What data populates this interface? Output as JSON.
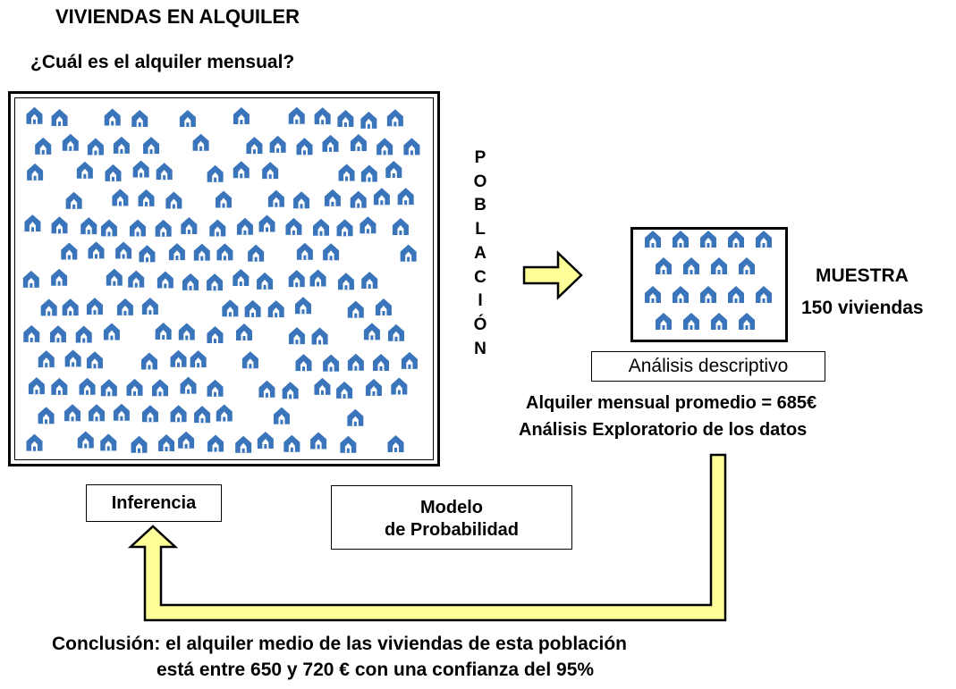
{
  "title": "VIVIENDAS EN ALQUILER",
  "question": "¿Cuál es el alquiler mensual?",
  "population_letters": [
    "P",
    "O",
    "B",
    "L",
    "A",
    "C",
    "I",
    "Ó",
    "N"
  ],
  "sample": {
    "label": "MUESTRA",
    "size_label": "150 viviendas"
  },
  "analysis_box": "Análisis descriptivo",
  "average_text": "Alquiler mensual promedio = 685€",
  "exploratory_text": "Análisis Exploratorio de los datos",
  "inference_box": "Inferencia",
  "model_box": {
    "line1": "Modelo",
    "line2": "de Probabilidad"
  },
  "conclusion": {
    "line1": "Conclusión: el alquiler medio de las viviendas de esta población",
    "line2": "está entre 650 y 720 € con una confianza del 95%"
  },
  "colors": {
    "house": "#3a75bb",
    "arrow_fill": "#ffff99",
    "border": "#000000"
  },
  "icons": {
    "house": "house-icon",
    "arrow": "arrow-icon"
  }
}
